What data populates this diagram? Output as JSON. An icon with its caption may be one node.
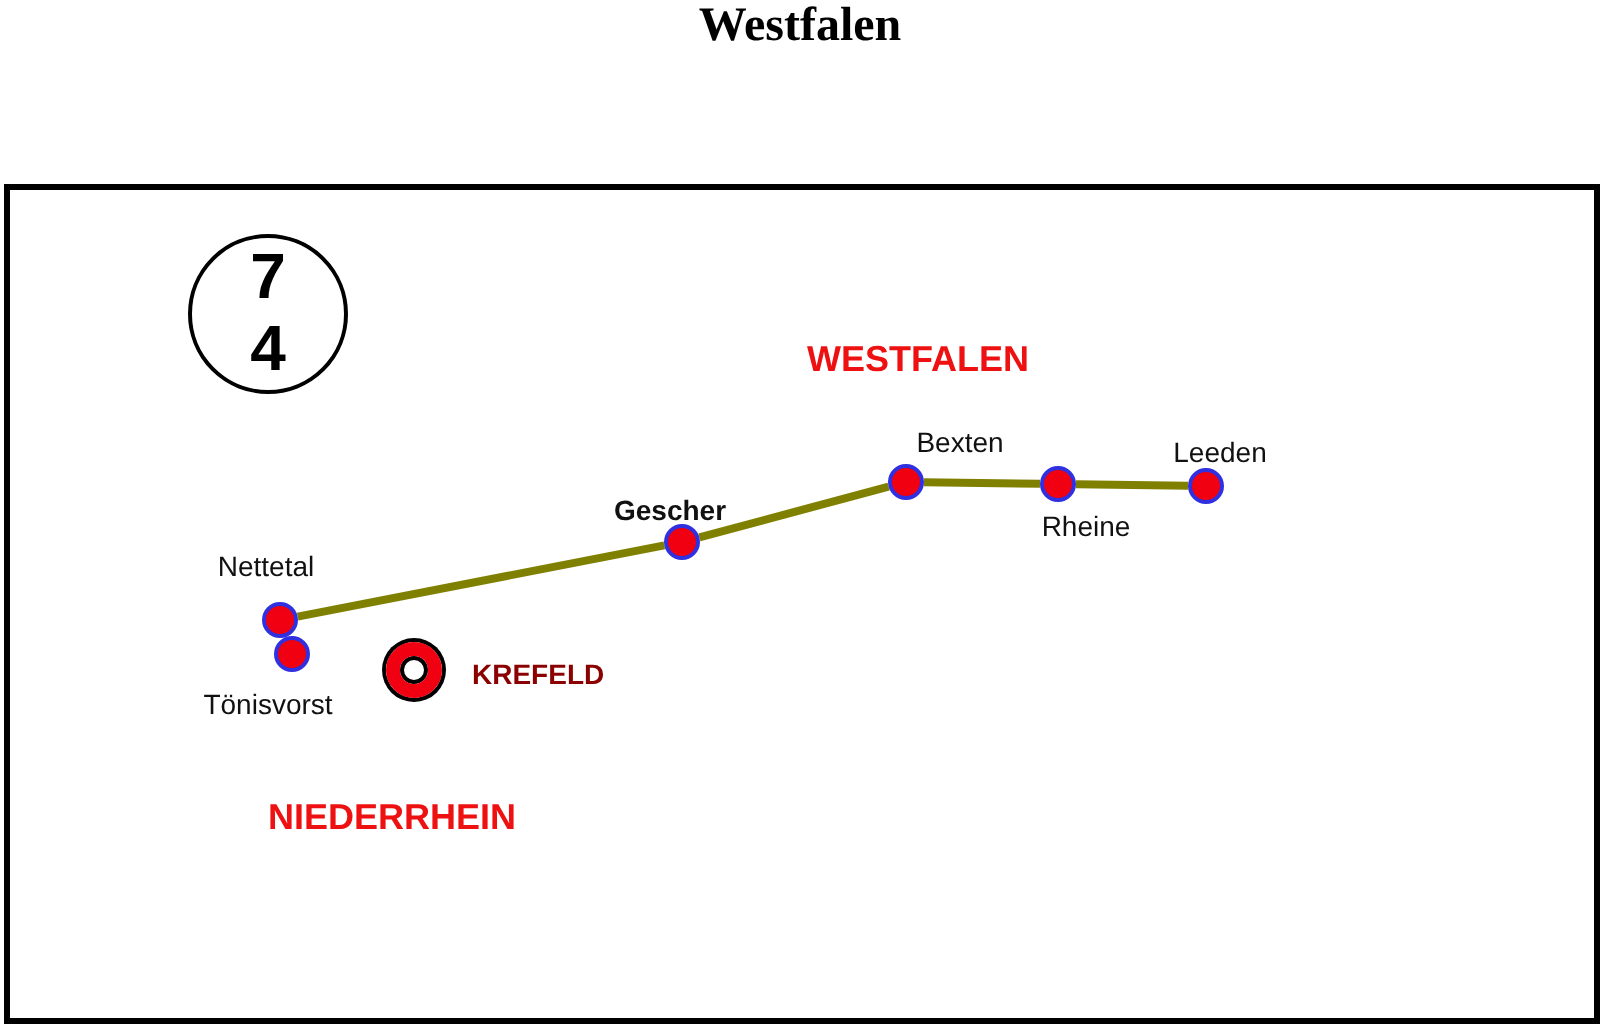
{
  "diagram": {
    "title": "Westfalen",
    "nodes": [
      {
        "text": [
          "7",
          "4"
        ]
      },
      {
        "text": [
          "Nettetal"
        ]
      },
      {
        "text": [
          "Tönisvorst"
        ]
      },
      {
        "text": [
          "Gescher"
        ]
      },
      {
        "text": [
          "Bexten"
        ]
      },
      {
        "text": [
          "Rheine"
        ]
      },
      {
        "text": [
          "Leeden"
        ]
      },
      {
        "text": [
          "KREFELD"
        ]
      }
    ],
    "edges": [
      {
        "from": 1,
        "to": 3,
        "arrow": "none",
        "color": "#808000"
      },
      {
        "from": 3,
        "to": 4,
        "arrow": "none",
        "color": "#808000"
      },
      {
        "from": 4,
        "to": 5,
        "arrow": "none",
        "color": "#808000"
      },
      {
        "from": 5,
        "to": 6,
        "arrow": "none",
        "color": "#808000"
      }
    ],
    "labels": [
      "WESTFALEN",
      "NIEDERRHEIN"
    ]
  }
}
